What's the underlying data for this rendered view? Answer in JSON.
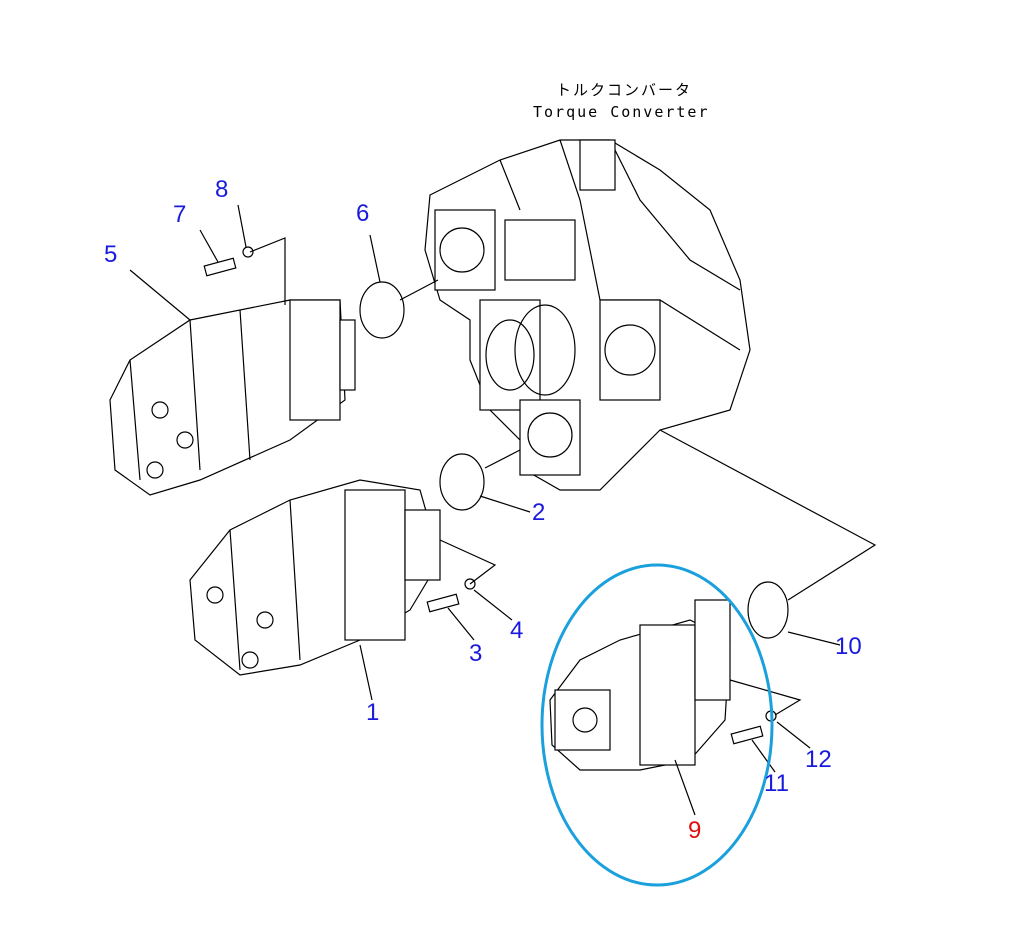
{
  "title": {
    "jp": "トルクコンバータ",
    "en": "Torque Converter"
  },
  "colors": {
    "callout": "#1a1adc",
    "highlight_callout": "#e01010",
    "highlight_ring": "#1aa0dc"
  },
  "callouts": [
    {
      "id": "1",
      "label": "1"
    },
    {
      "id": "2",
      "label": "2"
    },
    {
      "id": "3",
      "label": "3"
    },
    {
      "id": "4",
      "label": "4"
    },
    {
      "id": "5",
      "label": "5"
    },
    {
      "id": "6",
      "label": "6"
    },
    {
      "id": "7",
      "label": "7"
    },
    {
      "id": "8",
      "label": "8"
    },
    {
      "id": "9",
      "label": "9",
      "highlighted": true
    },
    {
      "id": "10",
      "label": "10"
    },
    {
      "id": "11",
      "label": "11"
    },
    {
      "id": "12",
      "label": "12"
    }
  ]
}
